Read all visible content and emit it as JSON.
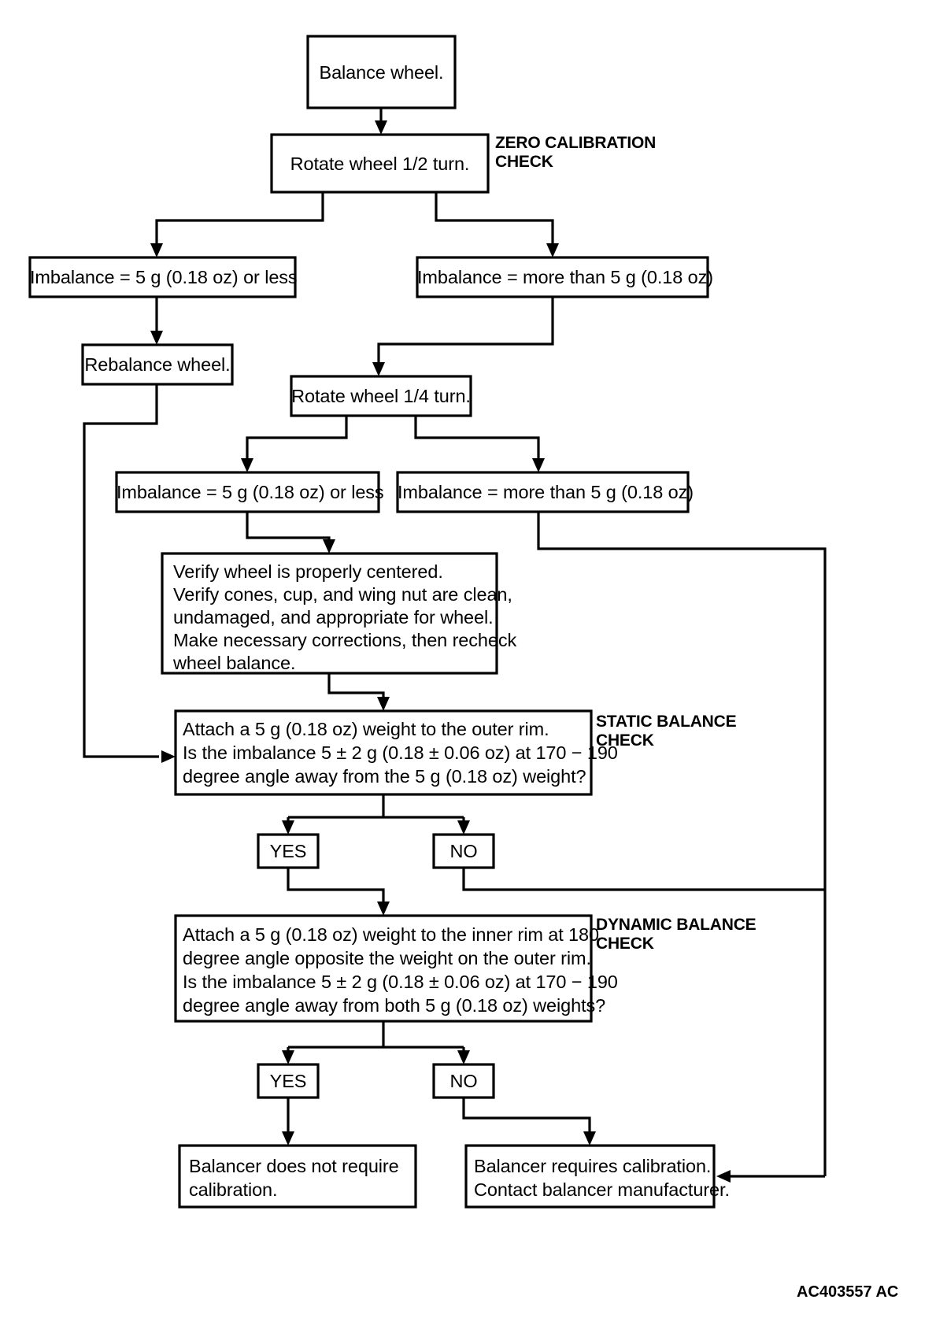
{
  "diagram": {
    "figure_code": "AC403557 AC",
    "section_labels": {
      "zero": "ZERO CALIBRATION\nCHECK",
      "static": "STATIC BALANCE\nCHECK",
      "dynamic": "DYNAMIC BALANCE\nCHECK"
    },
    "nodes": {
      "balance_wheel": "Balance wheel.",
      "rotate_half": "Rotate wheel 1/2 turn.",
      "imbalance_le_1": "Imbalance = 5 g (0.18 oz) or less",
      "imbalance_gt_1": "Imbalance = more than 5 g (0.18 oz)",
      "rebalance_wheel": "Rebalance wheel.",
      "rotate_quarter": "Rotate wheel 1/4 turn.",
      "imbalance_le_2": "Imbalance = 5 g (0.18 oz) or less",
      "imbalance_gt_2": "Imbalance = more than 5 g (0.18 oz)",
      "verify_l1": "Verify wheel is properly centered.",
      "verify_l2": "Verify cones, cup, and wing nut are clean,",
      "verify_l3": "undamaged, and appropriate for wheel.",
      "verify_l4": "Make necessary corrections, then recheck",
      "verify_l5": "wheel balance.",
      "static_l1": "Attach a 5 g (0.18 oz) weight to the outer rim.",
      "static_l2": "Is the imbalance 5 ± 2 g (0.18 ± 0.06 oz) at 170 − 190",
      "static_l3": "degree angle away from the 5 g (0.18 oz) weight?",
      "static_yes": "YES",
      "static_no": "NO",
      "dynamic_l1": "Attach a 5 g (0.18 oz) weight to the inner rim at 180",
      "dynamic_l2": "degree angle opposite the weight on the outer rim.",
      "dynamic_l3": "Is the imbalance 5 ± 2 g (0.18 ± 0.06 oz) at 170 − 190",
      "dynamic_l4": "degree angle away from both 5 g (0.18 oz) weights?",
      "dynamic_yes": "YES",
      "dynamic_no": "NO",
      "result_ok_l1": "Balancer does not require",
      "result_ok_l2": "calibration.",
      "result_cal_l1": "Balancer requires calibration.",
      "result_cal_l2": "Contact balancer manufacturer."
    },
    "colors": {
      "stroke": "#000000",
      "fill": "#ffffff",
      "text": "#000000"
    }
  }
}
